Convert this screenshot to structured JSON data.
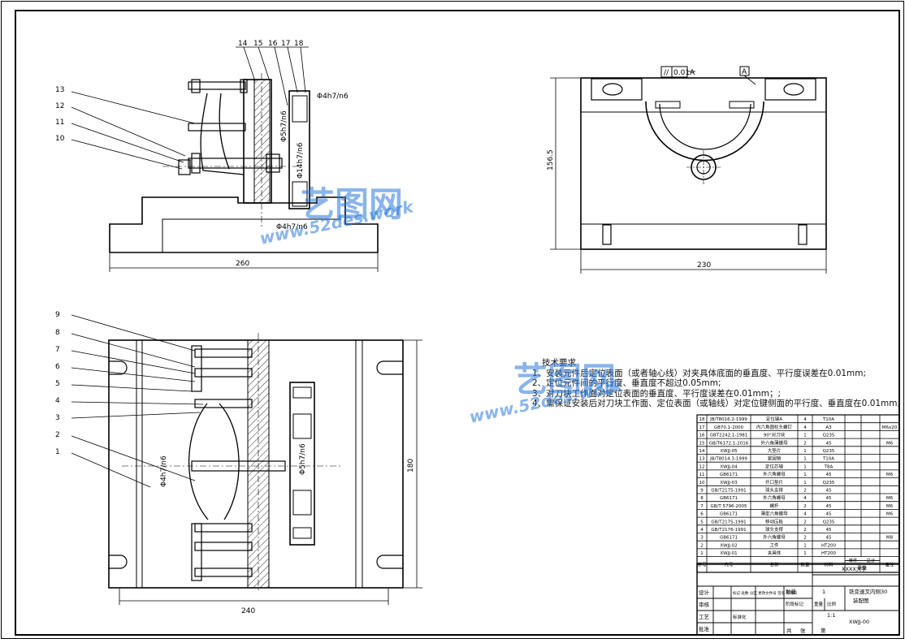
{
  "views": {
    "front": {
      "callouts": [
        "14",
        "15",
        "16",
        "17",
        "18",
        "13",
        "12",
        "11",
        "10"
      ],
      "fits": [
        "Φ4h7/n6",
        "Φ5h7/n6",
        "Φ14h7/n6",
        "Φ4h7/n6"
      ],
      "dim_width": "260"
    },
    "side": {
      "tolerance_symbol": "//",
      "tolerance_value": "0.01",
      "datum": "A",
      "datum_flag": "A",
      "dim_height": "156.5",
      "dim_width": "230"
    },
    "top": {
      "callouts": [
        "9",
        "8",
        "7",
        "6",
        "5",
        "4",
        "3",
        "2",
        "1"
      ],
      "fits": [
        "Φ4h7/n6",
        "Φ5h7/n6"
      ],
      "dim_width": "240",
      "dim_height": "180"
    }
  },
  "notes": {
    "title": "技术要求",
    "items": [
      "1、安装元件后定位表面（或者轴心线）对夹具体底面的垂直度、平行度误差在0.01mm;",
      "2、定位元件间的平行度、垂直度不超过0.05mm;",
      "3、对刀块工作面对定位表面的垂直度、平行度误差在0.01mm；;",
      "4、需保证安装后对刀块工作面、定位表面（或轴线）对定位键侧面的平行度、垂直度在0.01mm;"
    ]
  },
  "bom": {
    "rows": [
      {
        "no": "18",
        "code": "JB/T8016.2-1999",
        "name": "定位键A",
        "qty": "4",
        "mat": "T10A",
        "note": ""
      },
      {
        "no": "17",
        "code": "GB70.1-2000",
        "name": "内六角圆柱头螺钉",
        "qty": "4",
        "mat": "A3",
        "note": "M6x20"
      },
      {
        "no": "16",
        "code": "GBT2242.1-1981",
        "name": "90°对刀块",
        "qty": "1",
        "mat": "Q235",
        "note": ""
      },
      {
        "no": "15",
        "code": "GB/T6172.1-2016",
        "name": "外六角薄螺母",
        "qty": "2",
        "mat": "45",
        "note": "M6"
      },
      {
        "no": "14",
        "code": "XWJJ-05",
        "name": "大垫片",
        "qty": "1",
        "mat": "Q235",
        "note": ""
      },
      {
        "no": "13",
        "code": "JB/T8014.3-1999",
        "name": "紧固销",
        "qty": "1",
        "mat": "T10A",
        "note": ""
      },
      {
        "no": "12",
        "code": "XWJJ-04",
        "name": "定位芯轴",
        "qty": "1",
        "mat": "T8A",
        "note": ""
      },
      {
        "no": "11",
        "code": "GB6171",
        "name": "外六角螺母",
        "qty": "1",
        "mat": "45",
        "note": "M6"
      },
      {
        "no": "10",
        "code": "XWJJ-03",
        "name": "开口垫片",
        "qty": "1",
        "mat": "Q235",
        "note": ""
      },
      {
        "no": "9",
        "code": "GB/T2175-1991",
        "name": "球头支撑",
        "qty": "2",
        "mat": "45",
        "note": ""
      },
      {
        "no": "8",
        "code": "GB6171",
        "name": "外六角螺母",
        "qty": "4",
        "mat": "45",
        "note": "M6"
      },
      {
        "no": "7",
        "code": "GB/T 5796-2005",
        "name": "螺杆",
        "qty": "2",
        "mat": "45",
        "note": "M6"
      },
      {
        "no": "6",
        "code": "GB6171",
        "name": "薄型六角螺母",
        "qty": "4",
        "mat": "45",
        "note": "M6"
      },
      {
        "no": "5",
        "code": "GB/T2175-1991",
        "name": "移动压板",
        "qty": "2",
        "mat": "Q235",
        "note": ""
      },
      {
        "no": "4",
        "code": "GB/T2176-1991",
        "name": "球头支撑",
        "qty": "2",
        "mat": "45",
        "note": ""
      },
      {
        "no": "3",
        "code": "GB6171",
        "name": "外六角螺母",
        "qty": "2",
        "mat": "45",
        "note": "M8"
      },
      {
        "no": "2",
        "code": "XWJJ-02",
        "name": "工件",
        "qty": "1",
        "mat": "HT200",
        "note": ""
      },
      {
        "no": "1",
        "code": "XWJJ-01",
        "name": "夹具体",
        "qty": "1",
        "mat": "HT200",
        "note": ""
      }
    ],
    "header": {
      "no": "序号",
      "code": "代号",
      "name": "名称",
      "qty": "数量",
      "mat": "材料",
      "unit_weight": "单件",
      "total_weight": "总计",
      "weight": "重量",
      "note": "备注"
    }
  },
  "title_block": {
    "university": "XXXX大学",
    "drawing_name_1": "铣变速叉内侧30",
    "drawing_name_2": "装配图",
    "drawing_no": "XWJJ-00",
    "qty_label": "数量",
    "qty_value": "1",
    "scale_label": "比例",
    "scale_value": "1:1",
    "stage_label": "阶段标记",
    "weight_label": "重量",
    "sheets_total": "共",
    "sheet_word": "张",
    "sheet_no": "第",
    "design": "设计",
    "check": "审核",
    "process": "工艺",
    "approve": "批准",
    "standard": "标准化",
    "marks_row": "标记 处数 分区 更改文件号 签名 年月日"
  },
  "watermark": {
    "cn": "艺图网",
    "url": "www.52des.work"
  }
}
